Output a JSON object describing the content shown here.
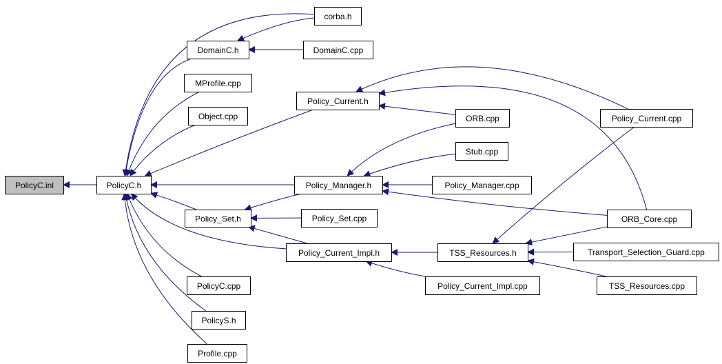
{
  "graph": {
    "edge_color": "#191970",
    "root_fill": "#bfbfbf",
    "nodes": [
      {
        "id": "policyc_inl",
        "label": "PolicyC.inl",
        "root": true
      },
      {
        "id": "policyc_h",
        "label": "PolicyC.h"
      },
      {
        "id": "corba_h",
        "label": "corba.h"
      },
      {
        "id": "domainc_h",
        "label": "DomainC.h"
      },
      {
        "id": "domainc_cpp",
        "label": "DomainC.cpp"
      },
      {
        "id": "mprofile_cpp",
        "label": "MProfile.cpp"
      },
      {
        "id": "object_cpp",
        "label": "Object.cpp"
      },
      {
        "id": "policy_current_h",
        "label": "Policy_Current.h"
      },
      {
        "id": "orb_cpp",
        "label": "ORB.cpp"
      },
      {
        "id": "policy_current_cpp",
        "label": "Policy_Current.cpp"
      },
      {
        "id": "stub_cpp",
        "label": "Stub.cpp"
      },
      {
        "id": "policy_manager_h",
        "label": "Policy_Manager.h"
      },
      {
        "id": "policy_manager_cpp",
        "label": "Policy_Manager.cpp"
      },
      {
        "id": "policy_set_h",
        "label": "Policy_Set.h"
      },
      {
        "id": "policy_set_cpp",
        "label": "Policy_Set.cpp"
      },
      {
        "id": "orb_core_cpp",
        "label": "ORB_Core.cpp"
      },
      {
        "id": "policy_current_impl_h",
        "label": "Policy_Current_Impl.h"
      },
      {
        "id": "tss_resources_h",
        "label": "TSS_Resources.h"
      },
      {
        "id": "transport_selection_guard_cpp",
        "label": "Transport_Selection_Guard.cpp"
      },
      {
        "id": "policy_current_impl_cpp",
        "label": "Policy_Current_Impl.cpp"
      },
      {
        "id": "tss_resources_cpp",
        "label": "TSS_Resources.cpp"
      },
      {
        "id": "policyc_cpp",
        "label": "PolicyC.cpp"
      },
      {
        "id": "policys_h",
        "label": "PolicyS.h"
      },
      {
        "id": "profile_cpp",
        "label": "Profile.cpp"
      }
    ],
    "edges": [
      {
        "from": "policyc_h",
        "to": "policyc_inl"
      },
      {
        "from": "corba_h",
        "to": "policyc_h"
      },
      {
        "from": "corba_h",
        "to": "domainc_h"
      },
      {
        "from": "domainc_h",
        "to": "policyc_h"
      },
      {
        "from": "domainc_cpp",
        "to": "domainc_h"
      },
      {
        "from": "mprofile_cpp",
        "to": "policyc_h"
      },
      {
        "from": "object_cpp",
        "to": "policyc_h"
      },
      {
        "from": "policy_current_h",
        "to": "policyc_h"
      },
      {
        "from": "policy_manager_h",
        "to": "policyc_h"
      },
      {
        "from": "policy_set_h",
        "to": "policyc_h"
      },
      {
        "from": "policy_current_impl_h",
        "to": "policyc_h"
      },
      {
        "from": "policyc_cpp",
        "to": "policyc_h"
      },
      {
        "from": "policys_h",
        "to": "policyc_h"
      },
      {
        "from": "profile_cpp",
        "to": "policyc_h"
      },
      {
        "from": "orb_cpp",
        "to": "policy_current_h"
      },
      {
        "from": "policy_current_cpp",
        "to": "policy_current_h"
      },
      {
        "from": "orb_core_cpp",
        "to": "policy_current_h"
      },
      {
        "from": "orb_cpp",
        "to": "policy_manager_h"
      },
      {
        "from": "stub_cpp",
        "to": "policy_manager_h"
      },
      {
        "from": "policy_manager_cpp",
        "to": "policy_manager_h"
      },
      {
        "from": "orb_core_cpp",
        "to": "policy_manager_h"
      },
      {
        "from": "policy_manager_h",
        "to": "policy_set_h"
      },
      {
        "from": "policy_set_cpp",
        "to": "policy_set_h"
      },
      {
        "from": "policy_current_impl_h",
        "to": "policy_set_h"
      },
      {
        "from": "tss_resources_h",
        "to": "policy_current_impl_h"
      },
      {
        "from": "policy_current_impl_cpp",
        "to": "policy_current_impl_h"
      },
      {
        "from": "policy_current_cpp",
        "to": "tss_resources_h"
      },
      {
        "from": "orb_core_cpp",
        "to": "tss_resources_h"
      },
      {
        "from": "transport_selection_guard_cpp",
        "to": "tss_resources_h"
      },
      {
        "from": "tss_resources_cpp",
        "to": "tss_resources_h"
      }
    ]
  }
}
